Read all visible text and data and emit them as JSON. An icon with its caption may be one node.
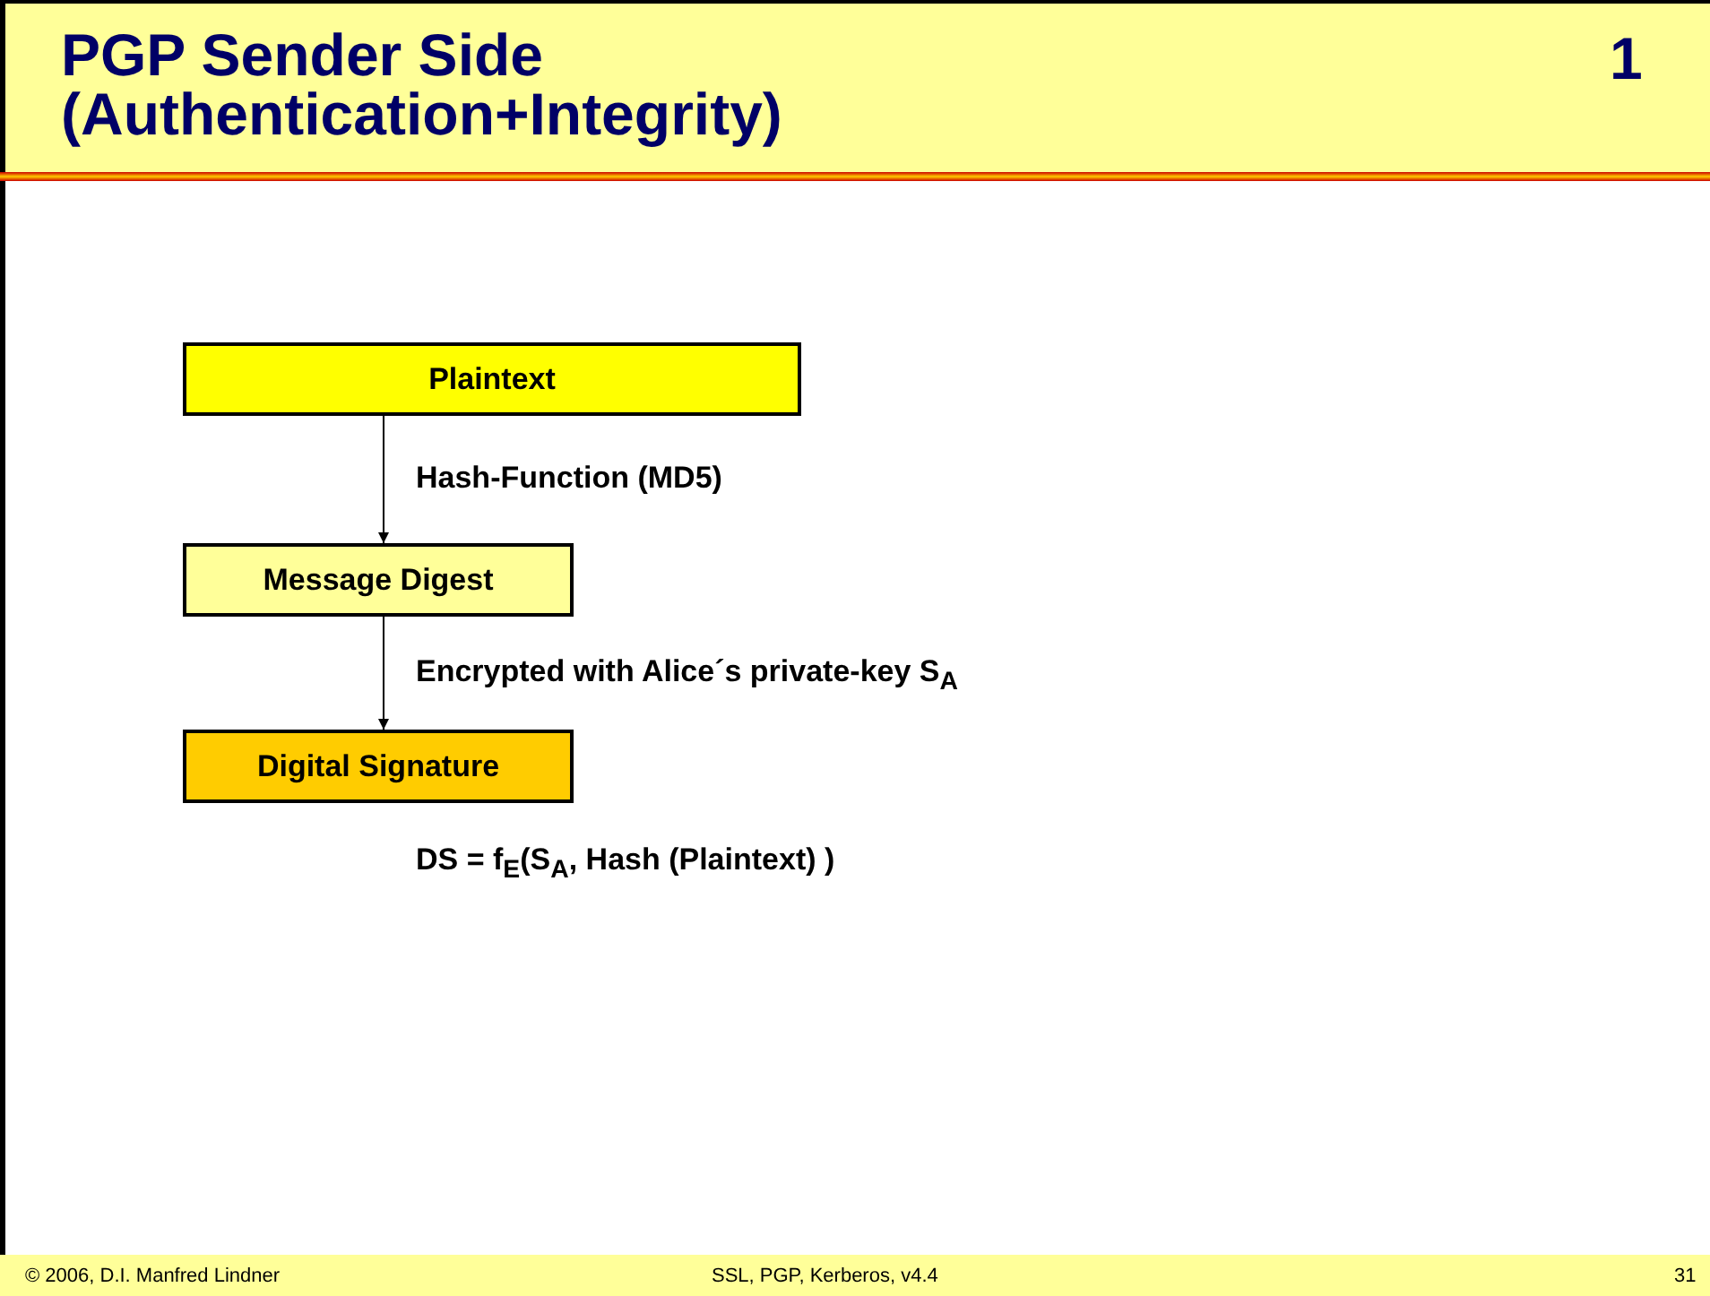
{
  "diagram": {
    "title": "PGP Sender Side (Authentication+Integrity)",
    "nodes": [
      {
        "text": [
          "Plaintext"
        ]
      },
      {
        "text": [
          "Message Digest"
        ]
      },
      {
        "text": [
          "Digital Signature"
        ]
      }
    ],
    "edges": [
      {
        "from": 0,
        "to": 1,
        "arrow": "to",
        "label": "Hash-Function (MD5)"
      },
      {
        "from": 1,
        "to": 2,
        "arrow": "to",
        "label": "Encrypted with Alice´s private-key S$_{A}$"
      }
    ],
    "labels": [
      "1",
      "DS = f$_{E}$(S$_{A}$, Hash (Plaintext) )",
      "© 2006, D.I. Manfred Lindner",
      "SSL, PGP, Kerberos, v4.4",
      "31"
    ]
  }
}
